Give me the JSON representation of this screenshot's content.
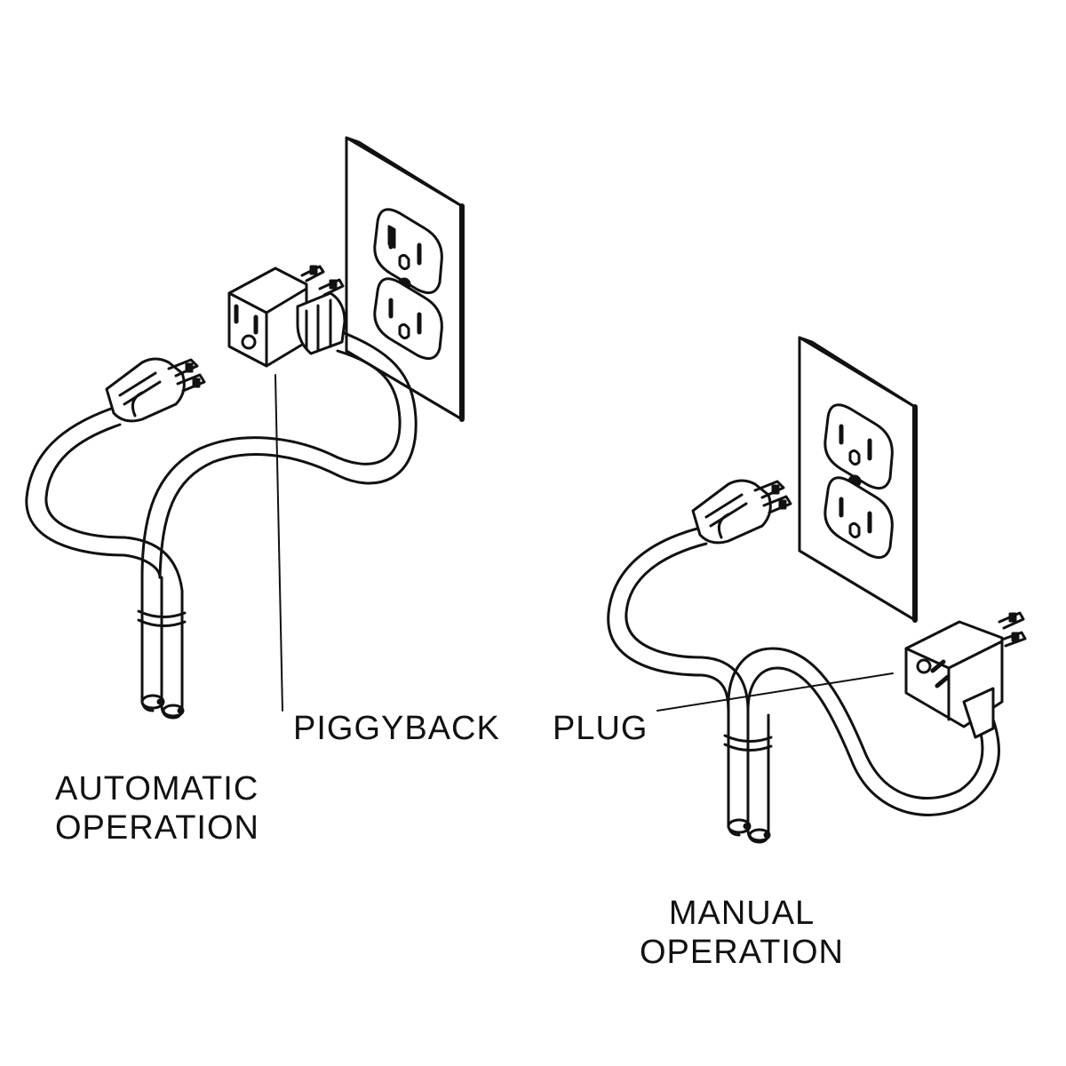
{
  "labels": {
    "piggyback_plug": "PIGGYBACK  PLUG",
    "automatic_line1": "AUTOMATIC",
    "automatic_line2": "OPERATION",
    "manual_line1": "MANUAL",
    "manual_line2": "OPERATION"
  },
  "colors": {
    "line": "#111111",
    "fill": "#ffffff"
  }
}
